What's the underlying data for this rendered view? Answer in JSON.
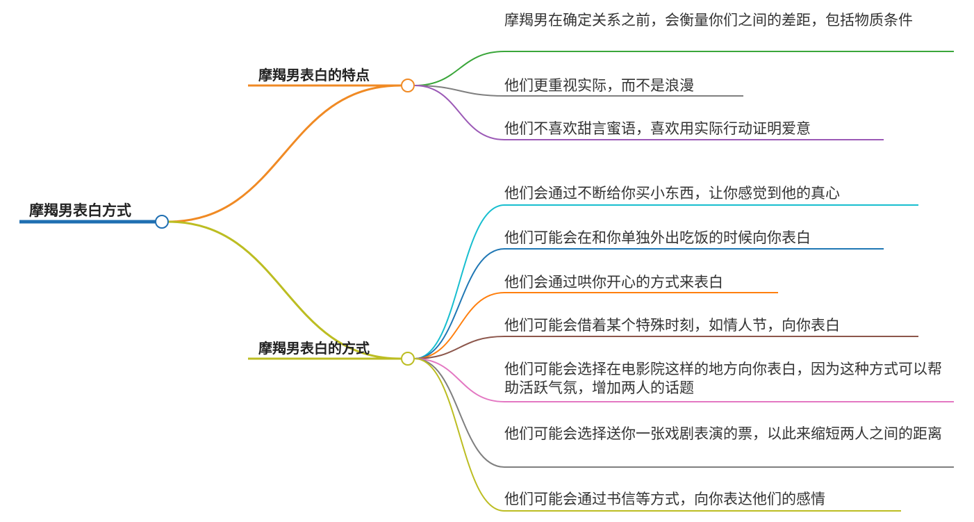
{
  "root": {
    "label": "摩羯男表白方式",
    "color": "#1f6fb2"
  },
  "branches": [
    {
      "label": "摩羯男表白的特点",
      "color": "#f08a24",
      "leaves": [
        {
          "text": "摩羯男在确定关系之前，会衡量你们之间的差距，包括物质条件",
          "color": "#3aa63a"
        },
        {
          "text": "他们更重视实际，而不是浪漫",
          "color": "#7f7f7f"
        },
        {
          "text": "他们不喜欢甜言蜜语，喜欢用实际行动证明爱意",
          "color": "#9b59b6"
        }
      ]
    },
    {
      "label": "摩羯男表白的方式",
      "color": "#bcbd22",
      "leaves": [
        {
          "text": "他们会通过不断给你买小东西，让你感觉到他的真心",
          "color": "#17becf"
        },
        {
          "text": "他们可能会在和你单独外出吃饭的时候向你表白",
          "color": "#1f77b4"
        },
        {
          "text": "他们会通过哄你开心的方式来表白",
          "color": "#ff7f0e"
        },
        {
          "text": "他们可能会借着某个特殊时刻，如情人节，向你表白",
          "color": "#8c564b"
        },
        {
          "text": "他们可能会选择在电影院这样的地方向你表白，因为这种方式可以帮助活跃气氛，增加两人的话题",
          "color": "#e377c2"
        },
        {
          "text": "他们可能会选择送你一张戏剧表演的票，以此来缩短两人之间的距离",
          "color": "#7f7f7f"
        },
        {
          "text": "他们可能会通过书信等方式，向你表达他们的感情",
          "color": "#bcbd22"
        }
      ]
    }
  ]
}
